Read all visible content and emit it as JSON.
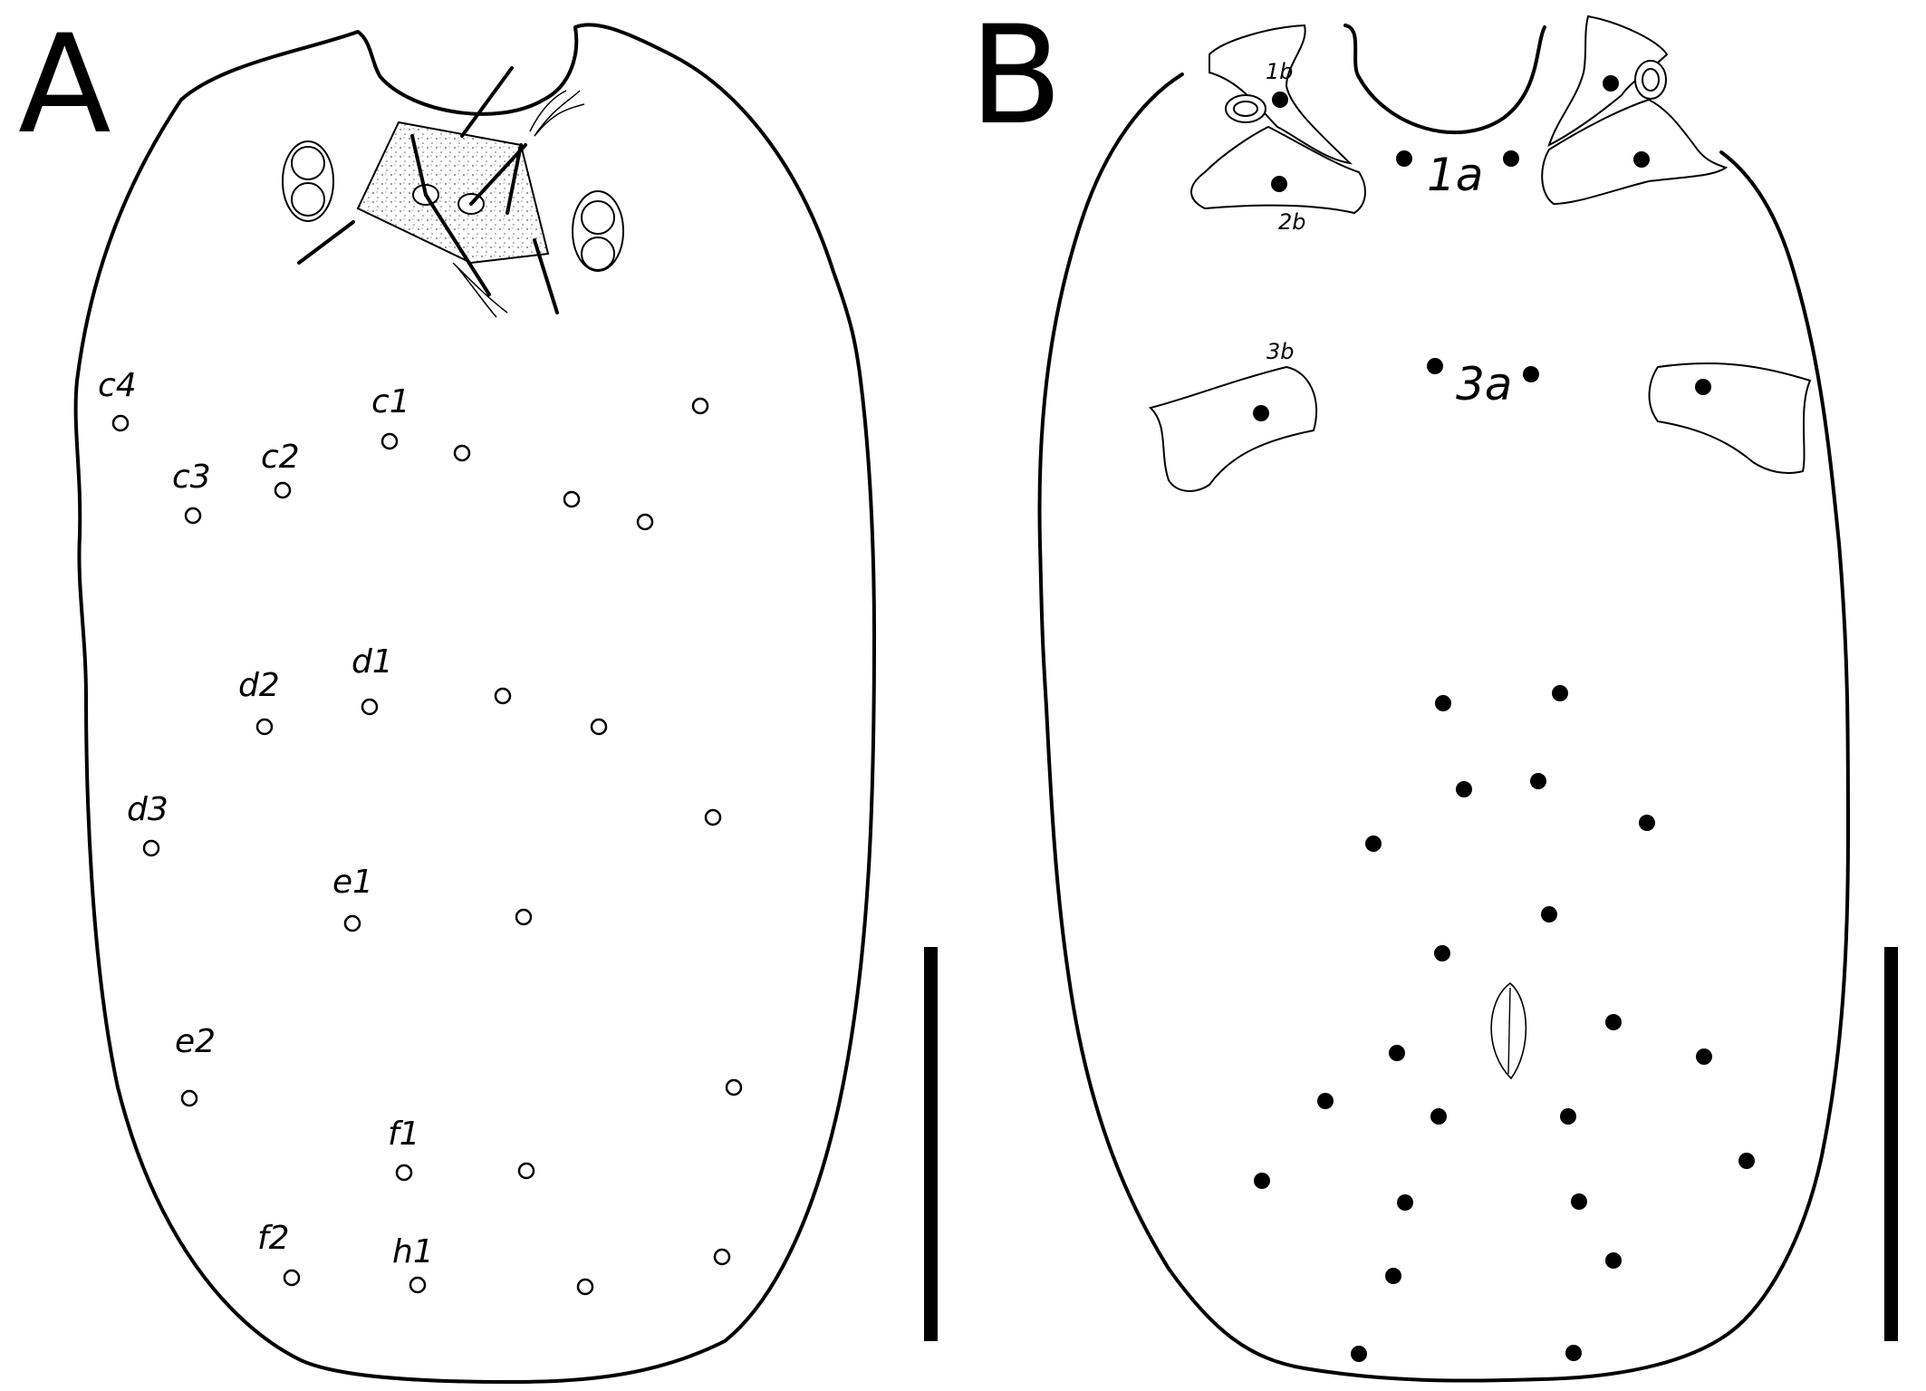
{
  "panels": {
    "a": {
      "letter": "A",
      "setae_labels": [
        "c4",
        "c1",
        "c3",
        "c2",
        "d2",
        "d1",
        "d3",
        "e1",
        "e2",
        "f1",
        "f2",
        "h1"
      ]
    },
    "b": {
      "letter": "B",
      "labels_small": [
        "1b",
        "2b",
        "3b"
      ],
      "labels_big": [
        "1a",
        "3a"
      ]
    }
  }
}
